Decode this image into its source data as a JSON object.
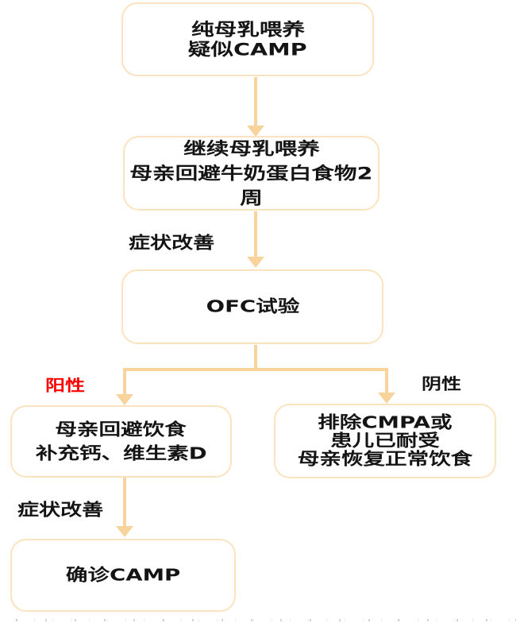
{
  "colors": {
    "line": "#f8d39c",
    "box_border": "#fce3bf",
    "text": "#141414",
    "positive": "#fe0000"
  },
  "nodes": {
    "n1": {
      "lines": [
        "纯母乳喂养",
        "疑似CAMP"
      ]
    },
    "n2": {
      "lines": [
        "继续母乳喂养",
        "母亲回避牛奶蛋白食物2",
        "周"
      ]
    },
    "n3": {
      "lines": [
        "OFC试验"
      ]
    },
    "n4": {
      "lines": [
        "母亲回避饮食",
        "补充钙、维生素D"
      ]
    },
    "n5": {
      "lines": [
        "排除CMPA或",
        "患儿已耐受",
        "母亲恢复正常饮食"
      ]
    },
    "n6": {
      "lines": [
        "确诊CAMP"
      ]
    }
  },
  "labels": {
    "symptom_improvement_1": "症状改善",
    "positive": "阳性",
    "negative": "阴性",
    "symptom_improvement_2": "症状改善"
  },
  "edges": [
    {
      "from": "n1",
      "to": "n2",
      "label": ""
    },
    {
      "from": "n2",
      "to": "n3",
      "label": "症状改善"
    },
    {
      "from": "n3",
      "to": "n4",
      "label": "阳性"
    },
    {
      "from": "n3",
      "to": "n5",
      "label": "阴性"
    },
    {
      "from": "n4",
      "to": "n6",
      "label": "症状改善"
    }
  ]
}
